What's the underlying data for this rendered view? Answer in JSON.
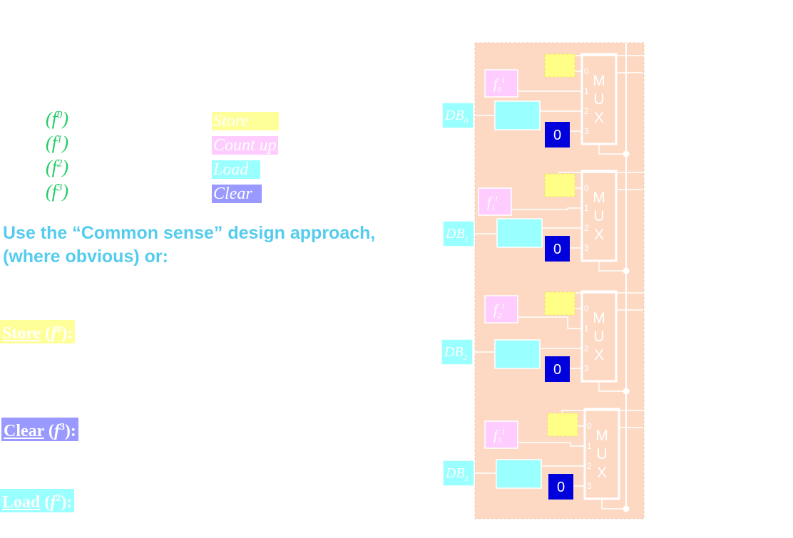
{
  "functions": [
    {
      "code": "f",
      "sup": "0",
      "label": "Store",
      "color": "#ffff99"
    },
    {
      "code": "f",
      "sup": "1",
      "label": "Count up",
      "color": "#ffccff"
    },
    {
      "code": "f",
      "sup": "2",
      "label": "Load",
      "color": "#99ffff"
    },
    {
      "code": "f",
      "sup": "3",
      "label": "Clear",
      "color": "#9999ff"
    }
  ],
  "heading": {
    "line1": "Use the “Common sense” design approach,",
    "line2": "(where obvious) or:"
  },
  "sections": {
    "store": {
      "word": "Store",
      "f": "f",
      "sup": "0"
    },
    "clear": {
      "word": "Clear",
      "f": "f",
      "sup": "3"
    },
    "load": {
      "word": "Load",
      "f": "f",
      "sup": "2"
    }
  },
  "diagram": {
    "background_color": "#fdd9c4",
    "bits": [
      {
        "db": "DB",
        "db_sub": "0",
        "f": "f",
        "f_sub": "0",
        "f_sup": "1",
        "const": "0"
      },
      {
        "db": "DB",
        "db_sub": "1",
        "f": "f",
        "f_sub": "1",
        "f_sup": "1",
        "const": "0"
      },
      {
        "db": "DB",
        "db_sub": "2",
        "f": "f",
        "f_sub": "2",
        "f_sup": "1",
        "const": "0"
      },
      {
        "db": "DB",
        "db_sub": "3",
        "f": "f",
        "f_sub": "3",
        "f_sup": "1",
        "const": "0"
      }
    ],
    "mux_letters": [
      "M",
      "U",
      "X"
    ],
    "mux_inputs": [
      "0",
      "1",
      "2",
      "3"
    ]
  }
}
